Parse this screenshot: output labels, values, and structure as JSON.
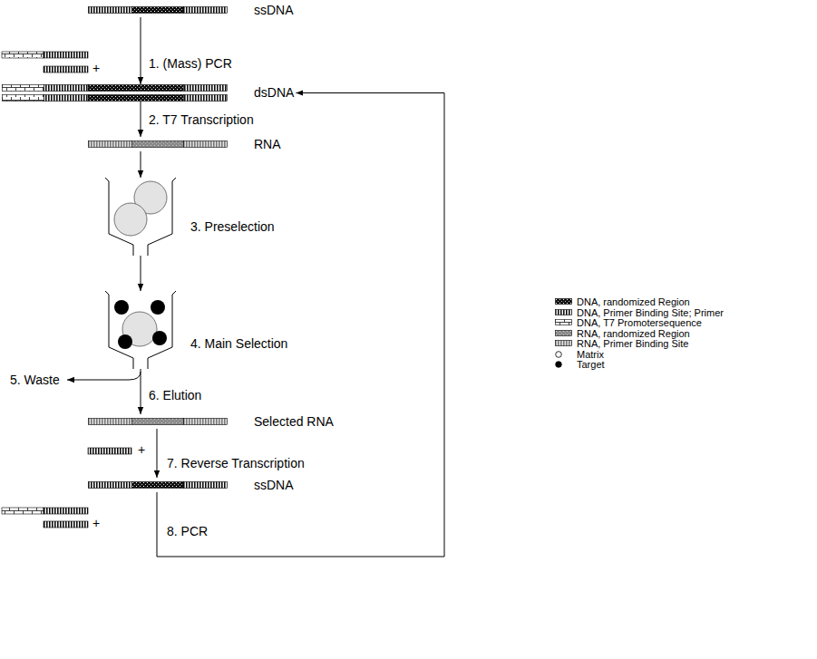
{
  "diagram": {
    "nodes": [
      {
        "text": [
          "ssDNA"
        ]
      },
      {
        "text": [
          "dsDNA"
        ]
      },
      {
        "text": [
          "RNA"
        ]
      },
      {
        "text": [
          "3. Preselection"
        ]
      },
      {
        "text": [
          "4. Main Selection"
        ]
      },
      {
        "text": [
          "Selected RNA"
        ]
      },
      {
        "text": [
          "ssDNA"
        ]
      }
    ],
    "edges": [
      {
        "from": 0,
        "to": 1,
        "arrow": "to",
        "label": "1. (Mass) PCR"
      },
      {
        "from": 1,
        "to": 2,
        "arrow": "to",
        "label": "2. T7 Transcription"
      },
      {
        "from": 2,
        "to": 3,
        "arrow": "to"
      },
      {
        "from": 3,
        "to": 4,
        "arrow": "to"
      },
      {
        "from": 4,
        "to": 5,
        "arrow": "to",
        "label": "6. Elution"
      },
      {
        "from": 5,
        "to": 6,
        "arrow": "to",
        "label": "7. Reverse Transcription"
      },
      {
        "from": 6,
        "to": 1,
        "arrow": "to",
        "label": "8. PCR"
      }
    ],
    "labels": [
      "+",
      "+",
      "+",
      "5. Waste"
    ],
    "legend": [
      {
        "text": "DNA, randomized Region"
      },
      {
        "text": "DNA, Primer Binding Site; Primer"
      },
      {
        "text": "DNA, T7 Promotersequence"
      },
      {
        "text": "RNA, randomized Region"
      },
      {
        "text": "RNA, Primer Binding Site"
      },
      {
        "text": "Matrix"
      },
      {
        "text": "Target"
      }
    ]
  }
}
